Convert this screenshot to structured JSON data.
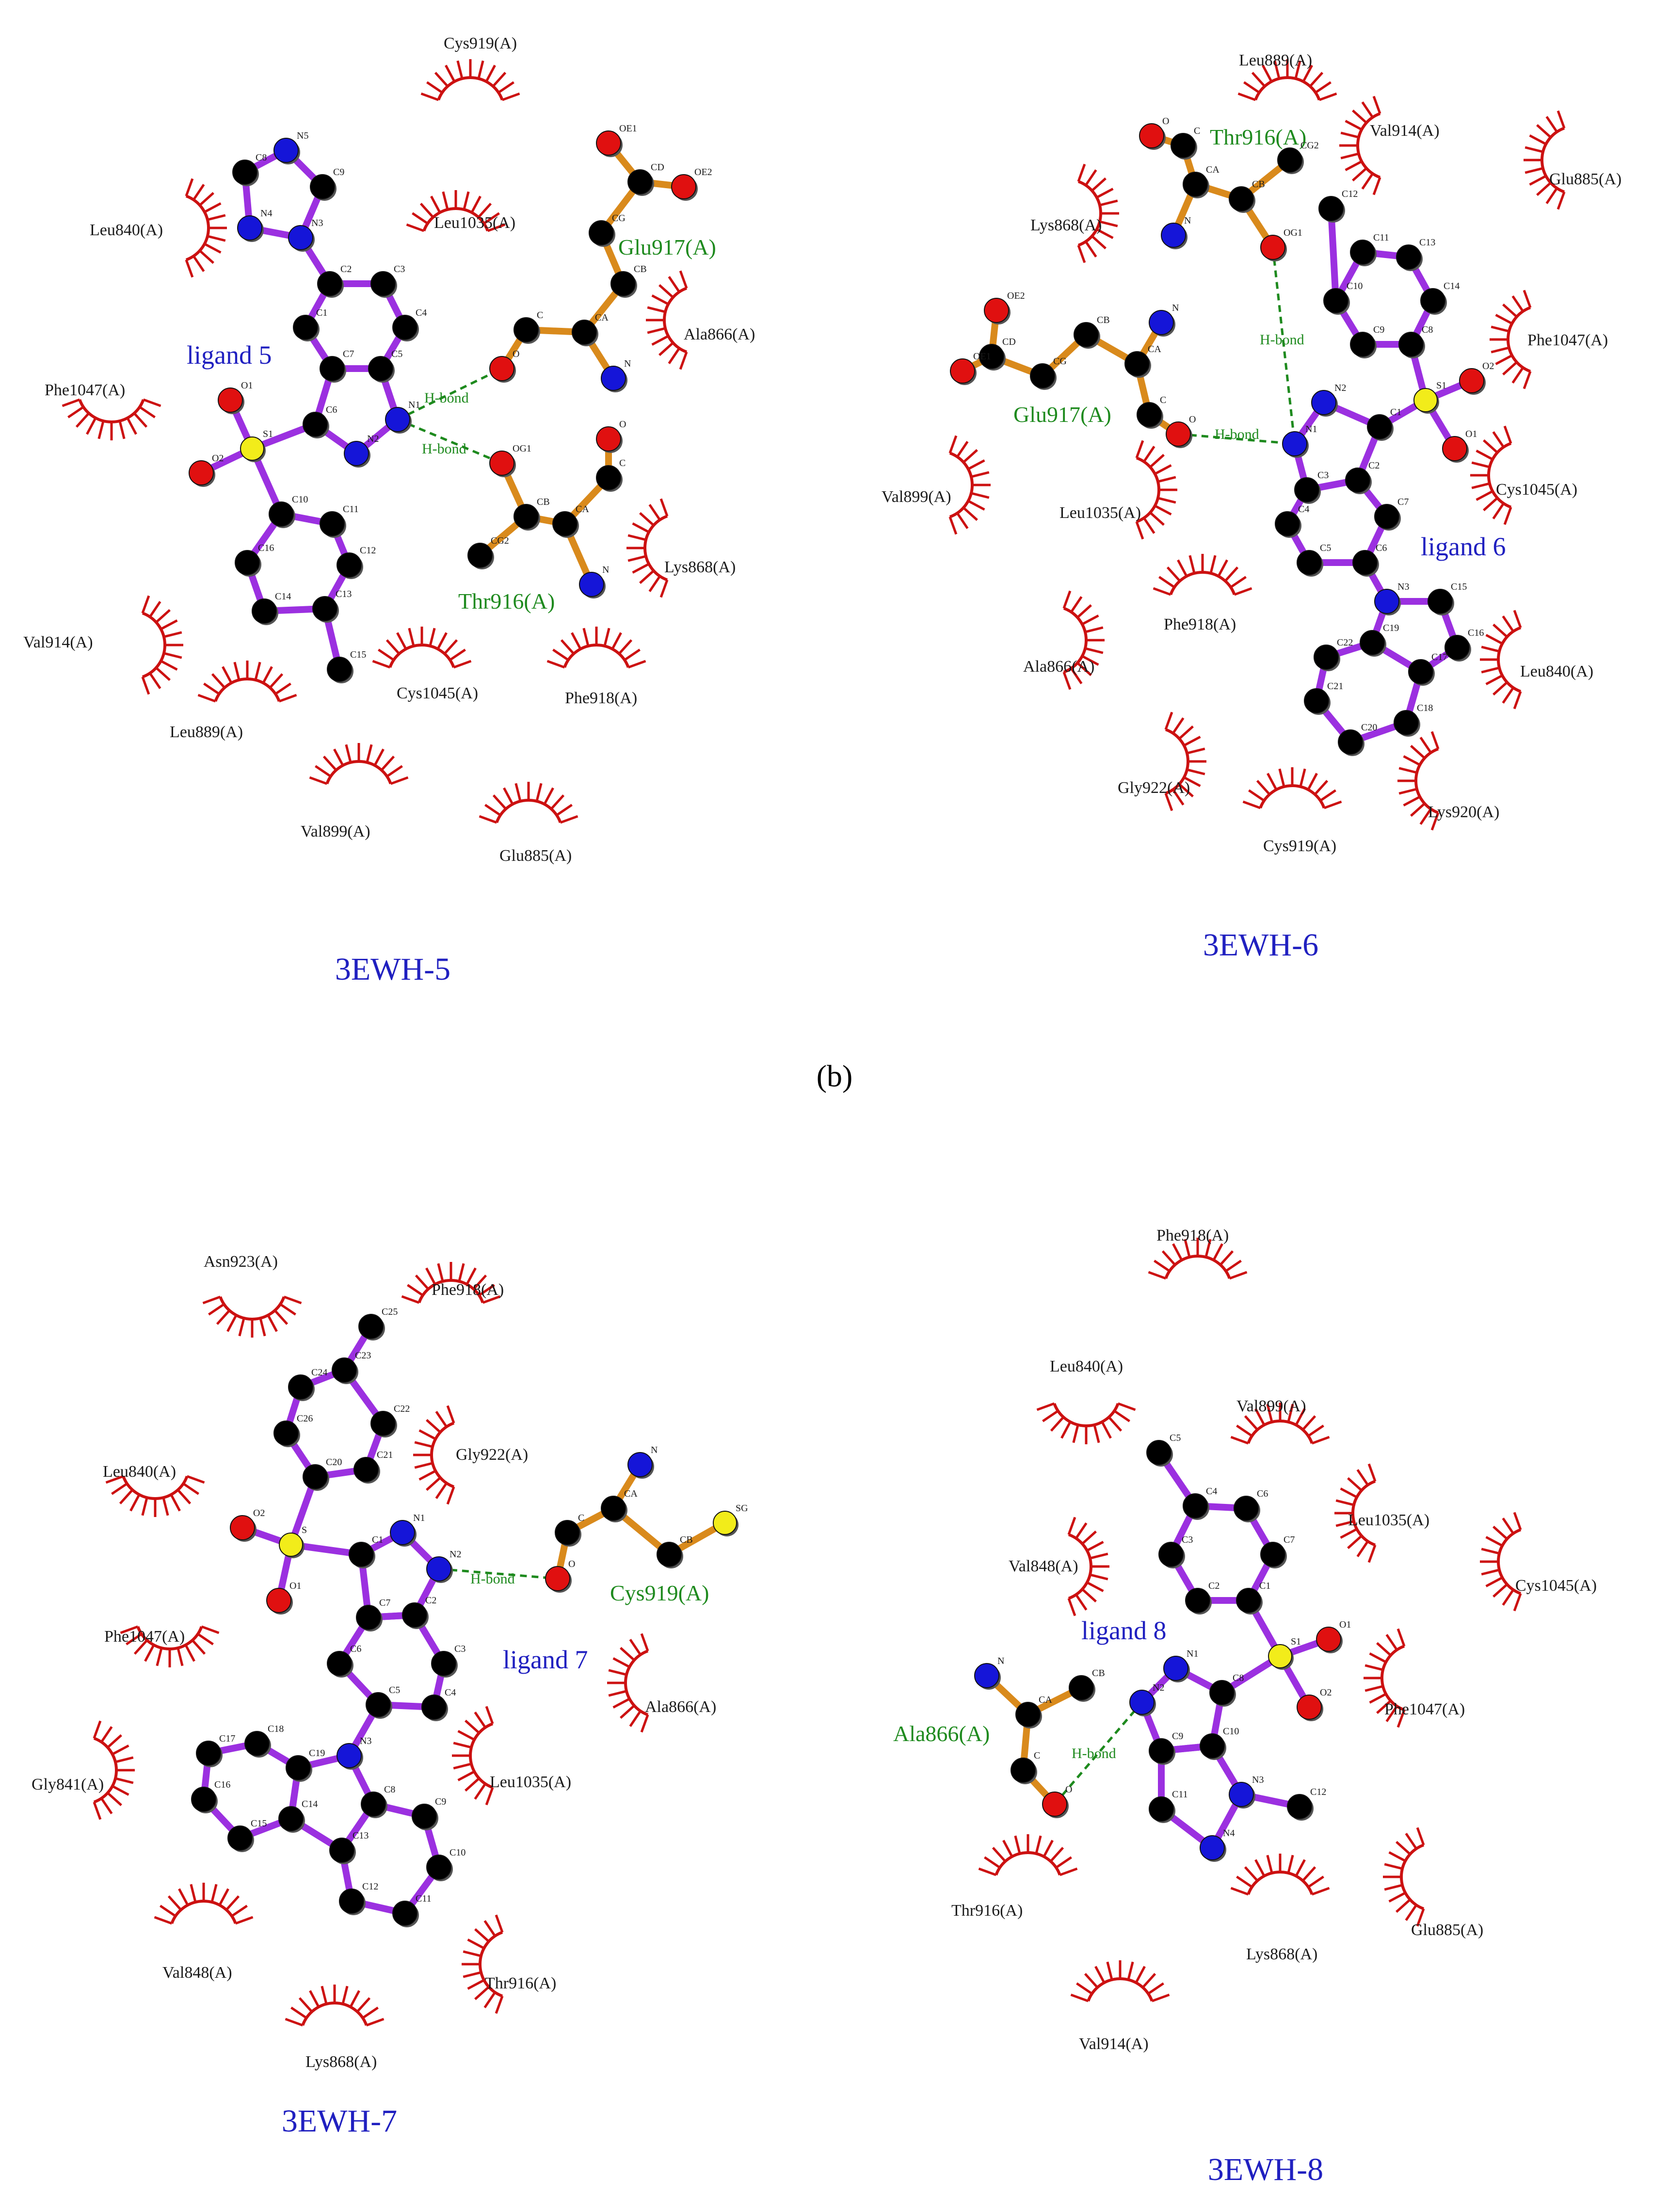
{
  "figure": {
    "subfigure_label": "(b)"
  },
  "colors": {
    "ligand_bond": "#9b30e0",
    "residue_bond": "#d98a1c",
    "carbon": "#000000",
    "nitrogen": "#1515d8",
    "oxygen": "#e01010",
    "sulfur": "#f2ec1a",
    "hydrophobic_arc": "#cc1111",
    "hbond": "#1e8a1e",
    "panel_label": "#2020c0"
  },
  "panels": [
    {
      "title": "3EWH-5",
      "ligand_label": "ligand 5",
      "hbond_residues": [
        "Glu917(A)",
        "Thr916(A)"
      ],
      "hbond_labels": [
        "H-bond",
        "H-bond"
      ],
      "hydrophobic_residues": [
        "Cys919(A)",
        "Leu840(A)",
        "Leu1035(A)",
        "Ala866(A)",
        "Phe1047(A)",
        "Lys868(A)",
        "Val914(A)",
        "Cys1045(A)",
        "Phe918(A)",
        "Leu889(A)",
        "Val899(A)",
        "Glu885(A)"
      ]
    },
    {
      "title": "3EWH-6",
      "ligand_label": "ligand 6",
      "hbond_residues": [
        "Thr916(A)",
        "Glu917(A)"
      ],
      "hbond_labels": [
        "H-bond",
        "H-bond"
      ],
      "hydrophobic_residues": [
        "Leu889(A)",
        "Val914(A)",
        "Glu885(A)",
        "Lys868(A)",
        "Phe1047(A)",
        "Cys1045(A)",
        "Val899(A)",
        "Leu1035(A)",
        "Phe918(A)",
        "Ala866(A)",
        "Leu840(A)",
        "Gly922(A)",
        "Cys919(A)",
        "Lys920(A)"
      ]
    },
    {
      "title": "3EWH-7",
      "ligand_label": "ligand 7",
      "hbond_residues": [
        "Cys919(A)"
      ],
      "hbond_labels": [
        "H-bond"
      ],
      "hydrophobic_residues": [
        "Asn923(A)",
        "Phe918(A)",
        "Gly922(A)",
        "Leu840(A)",
        "Phe1047(A)",
        "Ala866(A)",
        "Leu1035(A)",
        "Gly841(A)",
        "Val848(A)",
        "Thr916(A)",
        "Lys868(A)"
      ]
    },
    {
      "title": "3EWH-8",
      "ligand_label": "ligand 8",
      "hbond_residues": [
        "Ala866(A)"
      ],
      "hbond_labels": [
        "H-bond"
      ],
      "hydrophobic_residues": [
        "Phe918(A)",
        "Leu840(A)",
        "Val899(A)",
        "Leu1035(A)",
        "Val848(A)",
        "Cys1045(A)",
        "Phe1047(A)",
        "Thr916(A)",
        "Glu885(A)",
        "Lys868(A)",
        "Val914(A)"
      ]
    }
  ]
}
